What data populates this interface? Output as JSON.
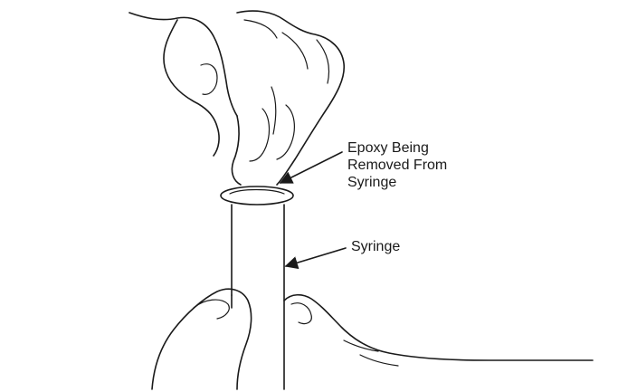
{
  "labels": {
    "epoxy": {
      "line1": "Epoxy Being",
      "line2": "Removed From",
      "line3": "Syringe"
    },
    "syringe": "Syringe"
  },
  "colors": {
    "ink": "#1a1a1a",
    "background": "#ffffff"
  }
}
